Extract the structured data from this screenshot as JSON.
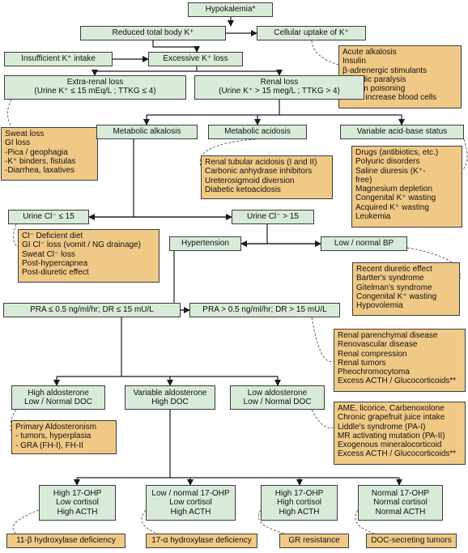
{
  "colors": {
    "green_box": "#d8ebd8",
    "orange_box": "#f0c987",
    "line": "#1a1a1a"
  },
  "nodes": {
    "hypokalemia": "Hypokalemia*",
    "reduced_total_k": "Reduced total body K⁺",
    "cellular_uptake_k": "Cellular uptake of K⁺",
    "cellular_uptake_causes": "Acute alkalosis\nInsulin\nβ-adrenergic stimulants\nPeriodic paralysis\nBarium poisoning\nAcute increase blood cells",
    "insufficient_intake": "Insufficient K⁺ intake",
    "excessive_loss": "Excessive K⁺ loss",
    "extra_renal_loss": "Extra-renal loss\n(Urine K⁺ ≤ 15 mEq/L ; TTKG ≤ 4)",
    "renal_loss": "Renal loss\n(Urine K⁺ > 15 meg/L ; TTKG > 4)",
    "extra_renal_causes": "Sweat loss\nGI loss\n-Pica / geophagia\n-K⁺ binders, fistulas\n-Diarrhea, laxatives",
    "metabolic_alkalosis": "Metabolic alkalosis",
    "metabolic_acidosis": "Metabolic acidosis",
    "variable_acid_base": "Variable acid-base status",
    "acidosis_causes": "Renal tubular acidosis (I and II)\nCarbonic anhydrase inhibitors\nUreterosigmoid diversion\nDiabetic ketoacidosis",
    "variable_causes": "Drugs (antibiotics, etc.)\nPolyuric disorders\nSaline diuresis (K⁺-\nfree)\nMagnesium depletion\nCongenital K⁺ wasting\nAcquired K⁺ wasting\nLeukemia",
    "urine_cl_low": "Urine Cl⁻ ≤ 15",
    "urine_cl_high": "Urine Cl⁻ > 15",
    "urine_cl_low_causes": "Cl⁻ Deficient diet\nGI Cl⁻ loss (vomit / NG drainage)\nSweat Cl⁻ loss\nPost-hypercapnea\nPost-diuretic effect",
    "hypertension": "Hypertension",
    "low_normal_bp": "Low / normal BP",
    "low_bp_causes": "Recent diuretic effect\nBartter's syndrome\nGitelman's syndrome\nCongenital K⁺ wasting\nHypovolemia",
    "pra_low": "PRA ≤ 0.5 ng/ml/hr; DR ≤ 15 mU/L",
    "pra_high": "PRA > 0.5 ng/ml/hr; DR > 15 mU/L",
    "pra_high_causes": "Renal parenchymal disease\nRenovascular disease\nRenal compression\nRenal tumors\nPheochromocytoma\nExcess ACTH / Glucocorticoids**",
    "high_aldo": "High aldosterone\nLow / Normal DOC",
    "variable_aldo": "Variable aldosterone\nHigh DOC",
    "low_aldo": "Low aldosterone\nLow / Normal DOC",
    "high_aldo_causes": "Primary Aldosteronism\n- tumors, hyperplasia\n- GRA (FH-I), FH-II",
    "low_aldo_causes": "AME, licorice, Carbenoxolone\nChronic grapefruit juice intake\nLiddle's syndrome (PA-I)\nMR activating mutation (PA-II)\nExogenous mineralocorticoid\nExcess ACTH / Glucocorticoids**",
    "profile_1": "High 17-OHP\nLow cortisol\nHigh ACTH",
    "profile_2": "Low / normal 17-OHP\nLow cortisol\nHigh ACTH",
    "profile_3": "High 17-OHP\nHigh cortisol\nHigh ACTH",
    "profile_4": "Normal 17-OHP\nNormal cortisol\nNormal ACTH",
    "dx_1": "11-β hydroxylase deficiency",
    "dx_2": "17-α hydroxylase deficiency",
    "dx_3": "GR resistance",
    "dx_4": "DOC-secreting tumors"
  }
}
